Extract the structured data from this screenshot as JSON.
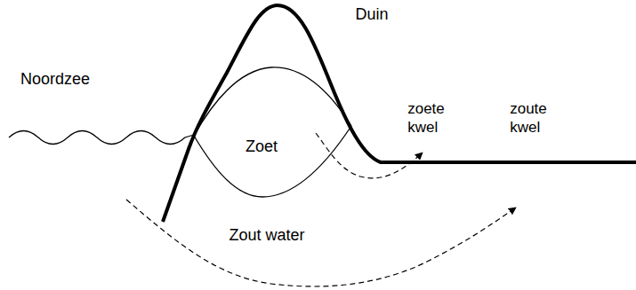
{
  "diagram": {
    "labels": [
      "Duin",
      "Noordzee",
      "Zoet",
      "zoete kwel",
      "zoute kwel",
      "Zout water"
    ]
  }
}
